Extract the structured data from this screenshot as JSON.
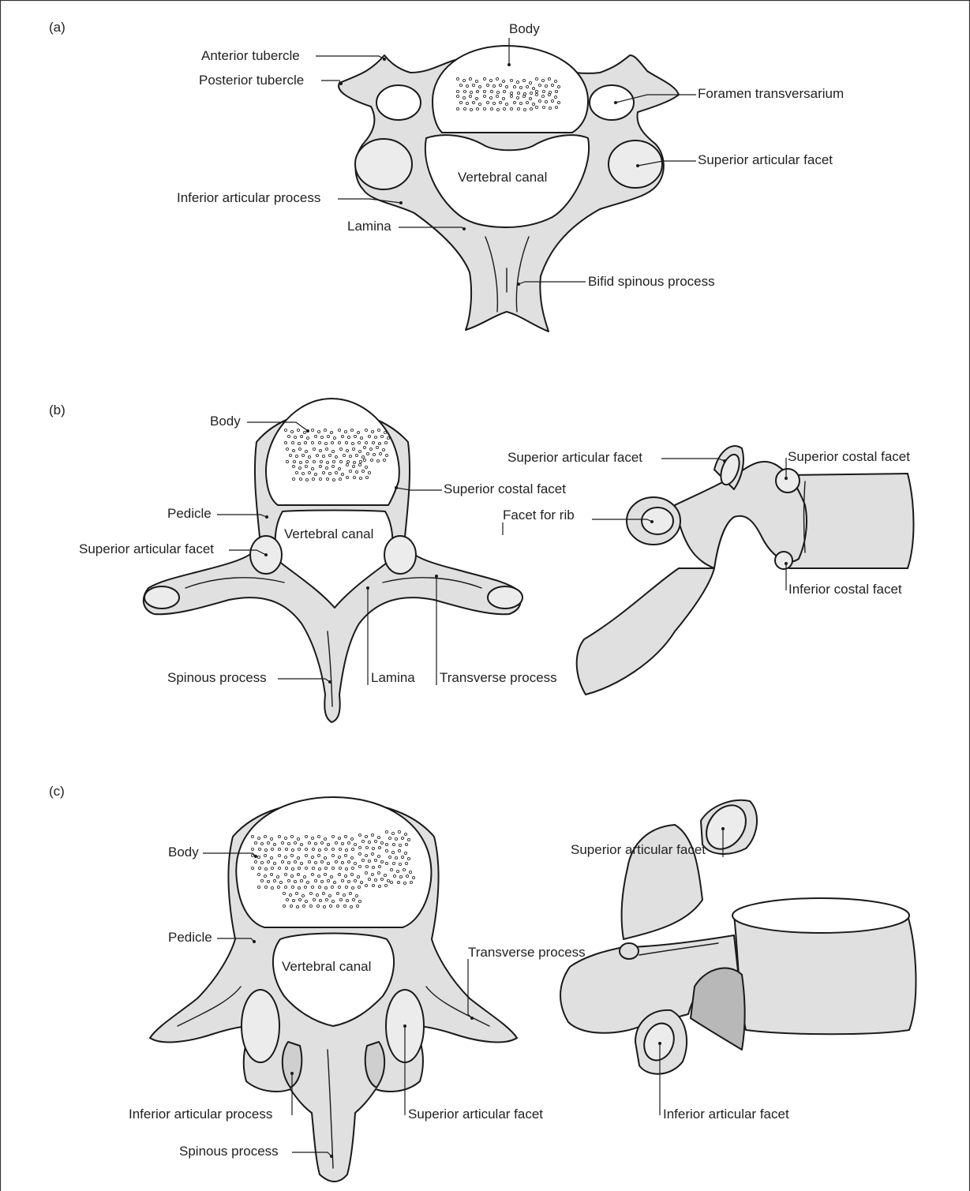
{
  "panels": {
    "a": {
      "label": "(a)",
      "labels": {
        "body": "Body",
        "anterior_tubercle": "Anterior tubercle",
        "posterior_tubercle": "Posterior tubercle",
        "foramen_transversarium": "Foramen transversarium",
        "superior_articular_facet": "Superior articular facet",
        "vertebral_canal": "Vertebral canal",
        "inferior_articular_process": "Inferior articular process",
        "lamina": "Lamina",
        "bifid_spinous_process": "Bifid spinous process"
      }
    },
    "b": {
      "label": "(b)",
      "labels": {
        "body": "Body",
        "superior_costal_facet": "Superior costal facet",
        "pedicle": "Pedicle",
        "vertebral_canal": "Vertebral canal",
        "superior_articular_facet": "Superior articular facet",
        "spinous_process": "Spinous process",
        "lamina": "Lamina",
        "transverse_process": "Transverse process",
        "lateral_superior_articular_facet": "Superior articular facet",
        "lateral_superior_costal_facet": "Superior costal facet",
        "facet_for_rib": "Facet for rib",
        "inferior_costal_facet": "Inferior costal facet"
      }
    },
    "c": {
      "label": "(c)",
      "labels": {
        "body": "Body",
        "pedicle": "Pedicle",
        "vertebral_canal": "Vertebral canal",
        "transverse_process": "Transverse process",
        "inferior_articular_process": "Inferior articular process",
        "superior_articular_facet": "Superior articular facet",
        "spinous_process": "Spinous process",
        "lateral_superior_articular_facet": "Superior articular facet",
        "lateral_inferior_articular_facet": "Inferior articular facet"
      }
    }
  }
}
